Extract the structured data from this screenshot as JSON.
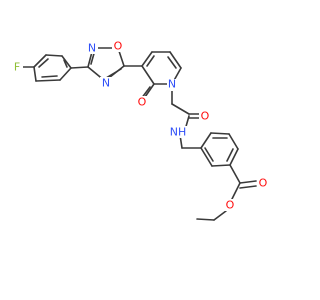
{
  "molecule": {
    "atom_labels": {
      "fluorine": "F",
      "oxadiazole_n_left": "N",
      "oxadiazole_o": "O",
      "oxadiazole_n_bottom": "N",
      "pyridone_n": "N",
      "pyridone_carbonyl_o": "O",
      "amide_o": "O",
      "amide_nh": "NH",
      "ester_carbonyl_o": "O",
      "ester_o": "O"
    },
    "colors": {
      "bond": "#3a3a3a",
      "fluorine": "#8fbf35",
      "nitrogen": "#3050f8",
      "oxygen": "#ff0d0d",
      "background": "#ffffff"
    }
  }
}
